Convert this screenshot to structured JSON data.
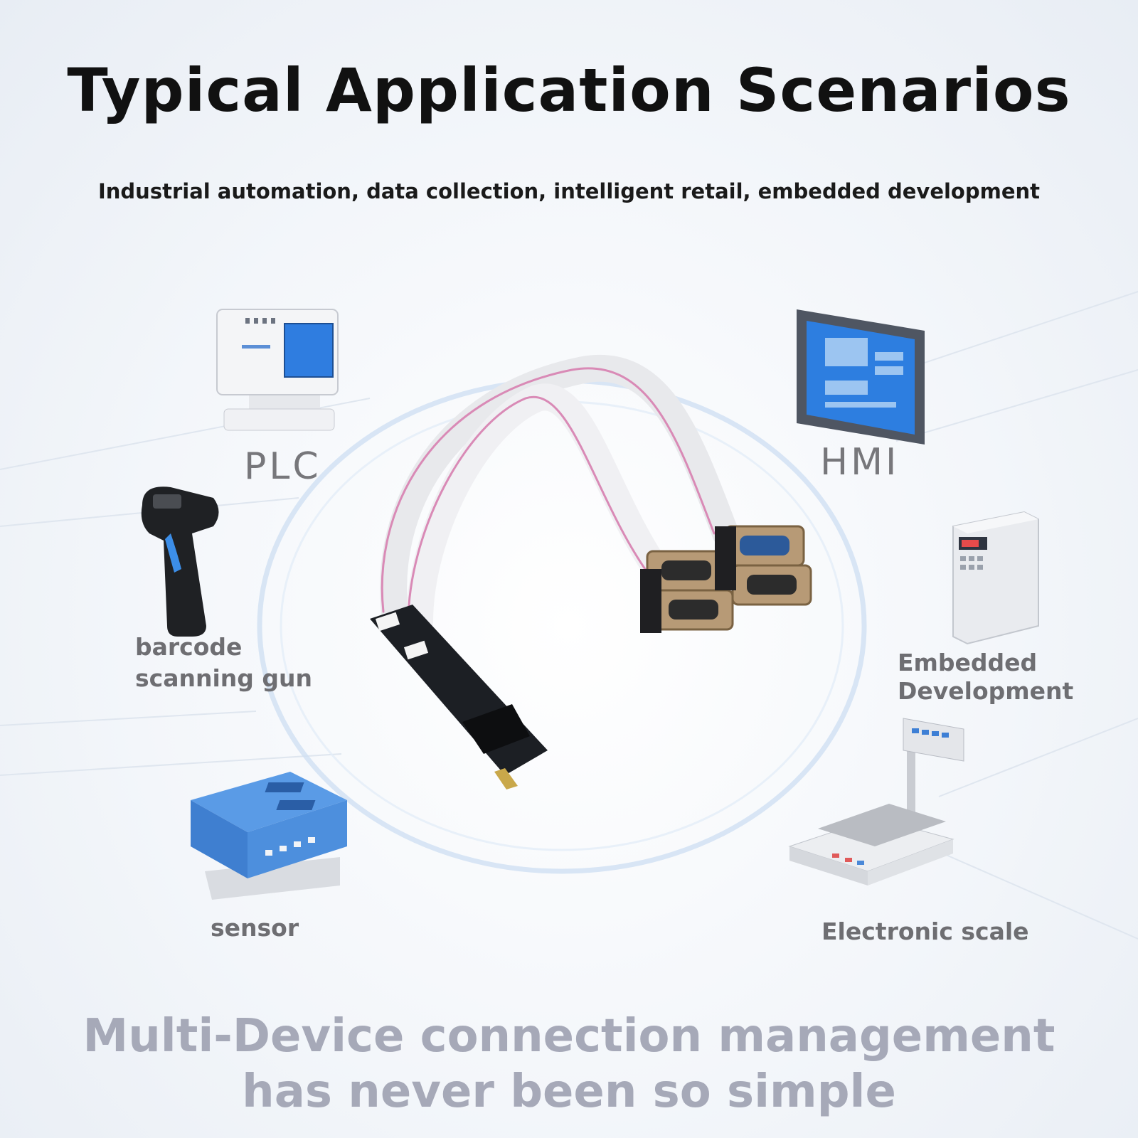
{
  "header": {
    "title": "Typical Application Scenarios",
    "subtitle": "Industrial automation, data collection, intelligent retail, embedded development"
  },
  "devices": {
    "plc": "PLC",
    "hmi": "HMI",
    "scanner": [
      "barcode",
      "scanning gun"
    ],
    "embedded": [
      "Embedded",
      "Development"
    ],
    "sensor": "sensor",
    "scale": "Electronic scale"
  },
  "tagline": [
    "Multi-Device connection management",
    "has never been so simple"
  ],
  "colors": {
    "device_blue": "#4a8fe0",
    "pcb": "#1c1f24",
    "cable": "#ececef",
    "cable_stripe": "#d98ab6",
    "connector_metal": "#b79a76"
  }
}
